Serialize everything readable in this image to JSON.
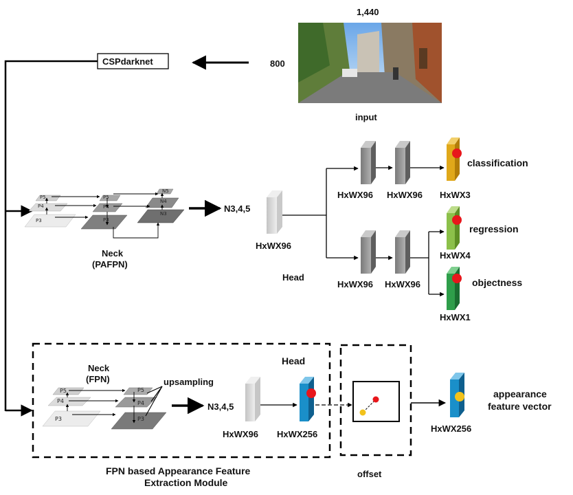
{
  "input": {
    "width_label": "1,440",
    "height_label": "800",
    "caption": "input"
  },
  "backbone": {
    "label": "CSPdarknet"
  },
  "neck_pafpn": {
    "title_line1": "Neck",
    "title_line2": "(PAFPN)",
    "levels_left": [
      "P5",
      "P4",
      "P3"
    ],
    "levels_mid": [
      "P5",
      "P4",
      "P3"
    ],
    "levels_right": [
      "N5",
      "N4",
      "N3"
    ]
  },
  "head_top": {
    "input_label": "N3,4,5",
    "stem_dim": "HxWX96",
    "title": "Head",
    "branch_dims": [
      "HxWX96",
      "HxWX96",
      "HxWX96",
      "HxWX96"
    ],
    "outputs": [
      {
        "dim": "HxWX3",
        "name": "classification"
      },
      {
        "dim": "HxWX4",
        "name": "regression"
      },
      {
        "dim": "HxWX1",
        "name": "objectness"
      }
    ]
  },
  "fpn_module": {
    "neck_line1": "Neck",
    "neck_line2": "(FPN)",
    "upsampling": "upsampling",
    "levels_left": [
      "P5",
      "P4",
      "P3"
    ],
    "levels_right": [
      "P5",
      "P4",
      "P3"
    ],
    "input_label": "N3,4,5",
    "head_title": "Head",
    "dims": [
      "HxWX96",
      "HxWX256"
    ],
    "caption_line1": "FPN based Appearance Feature",
    "caption_line2": "Extraction Module"
  },
  "offset": {
    "caption": "offset"
  },
  "output": {
    "dim": "HxWX256",
    "line1": "appearance",
    "line2": "feature vector"
  },
  "colors": {
    "classification": "#e0a81a",
    "regression": "#8cc04a",
    "objectness": "#2e9e4a",
    "appearance": "#1a8fc9",
    "dot_red": "#e8161b",
    "dot_yellow": "#f2c21b",
    "gray_block": "#9a9a9a",
    "light_block": "#d8d8d8"
  }
}
